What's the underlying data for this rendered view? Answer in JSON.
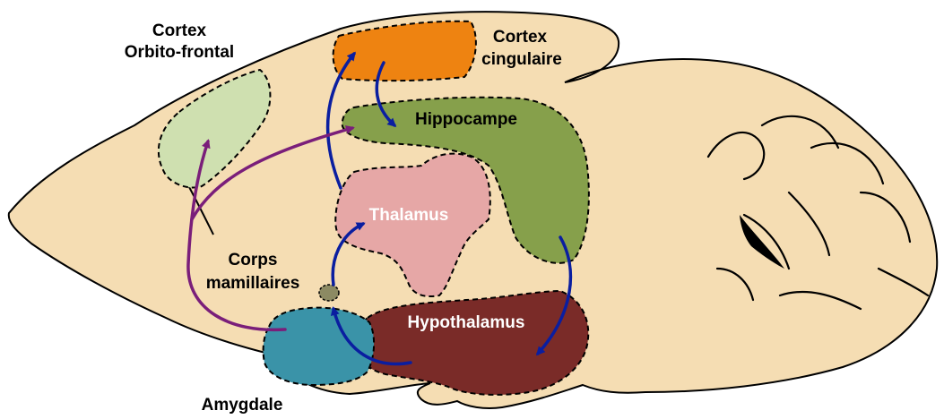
{
  "colors": {
    "brain": "#F5DDB3",
    "orbitofrontal": "#CFE0B0",
    "cingulate": "#EE8311",
    "hippocampus": "#86A04B",
    "thalamus": "#E6A7A6",
    "hypothalamus": "#7A2B28",
    "amygdala": "#3A93A8",
    "mammillary": "#8C8A63",
    "arrow_blue": "#0A1EA0",
    "arrow_purple": "#7A1E7A",
    "outline": "#000000"
  },
  "labels": {
    "cortex_orbito_1": "Cortex",
    "cortex_orbito_2": "Orbito-frontal",
    "cortex_cing_1": "Cortex",
    "cortex_cing_2": "cingulaire",
    "hippocampe": "Hippocampe",
    "thalamus": "Thalamus",
    "corps_1": "Corps",
    "corps_2": "mamillaires",
    "hypothalamus": "Hypothalamus",
    "amygdale": "Amygdale"
  },
  "icons": {
    "blue_arrows": "curved-arrow-icon",
    "purple_arrows": "curved-arrow-icon"
  }
}
